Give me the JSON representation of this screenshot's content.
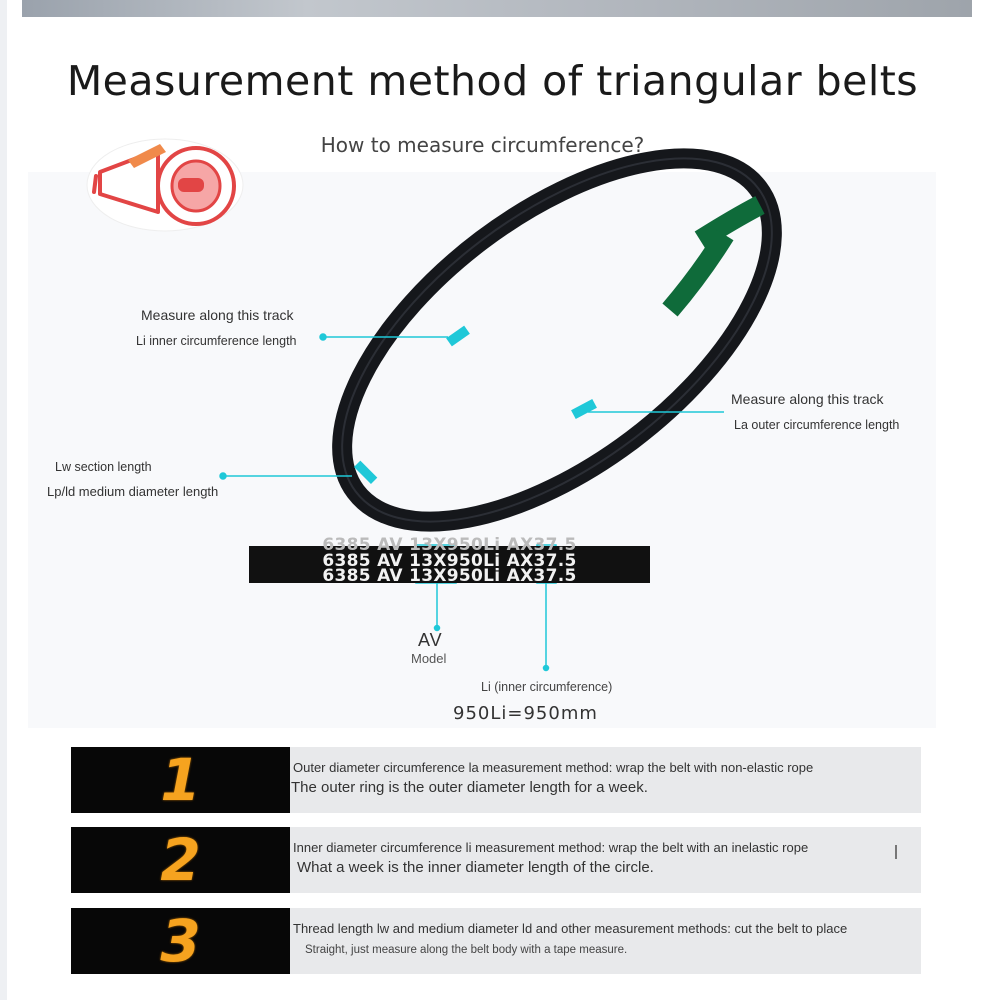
{
  "title": "Measurement method of triangular belts",
  "subtitle": "How to measure circumference?",
  "labels": {
    "inner_track": "Measure along this track",
    "inner_length": "Li inner circumference length",
    "outer_track": "Measure along this track",
    "outer_length": "La outer circumference length",
    "section_length": "Lw section length",
    "medium_length": "Lp/ld medium diameter length"
  },
  "belt_code": {
    "row_top": "6385 AV 13X950Li AX37.5",
    "row_main": "6385 AV 13X950Li AX37.5",
    "row_bottom": "6385 AV 13X950Li AX37.5"
  },
  "model_code": "AV",
  "model_label": "Model",
  "li_label": "Li (inner circumference)",
  "formula": "950Li=950mm",
  "steps": [
    {
      "number": "1",
      "line1": "Outer diameter circumference la measurement method: wrap the belt with non-elastic rope",
      "line2": "The outer ring is the outer diameter length for a week."
    },
    {
      "number": "2",
      "line1": "Inner diameter circumference li measurement method: wrap the belt with an inelastic rope",
      "line2": "What a week is the inner diameter length of the circle."
    },
    {
      "number": "3",
      "line1": "Thread length lw and medium diameter ld and other measurement methods: cut the belt to place",
      "line2": "Straight, just measure along the belt body with a tape measure."
    }
  ],
  "colors": {
    "accent_cyan": "#1fc8d8",
    "number_orange": "#f6a31f",
    "belt_black": "#1b1d22",
    "belt_green": "#0f6b3a"
  },
  "icons": [
    "megaphone-icon"
  ]
}
